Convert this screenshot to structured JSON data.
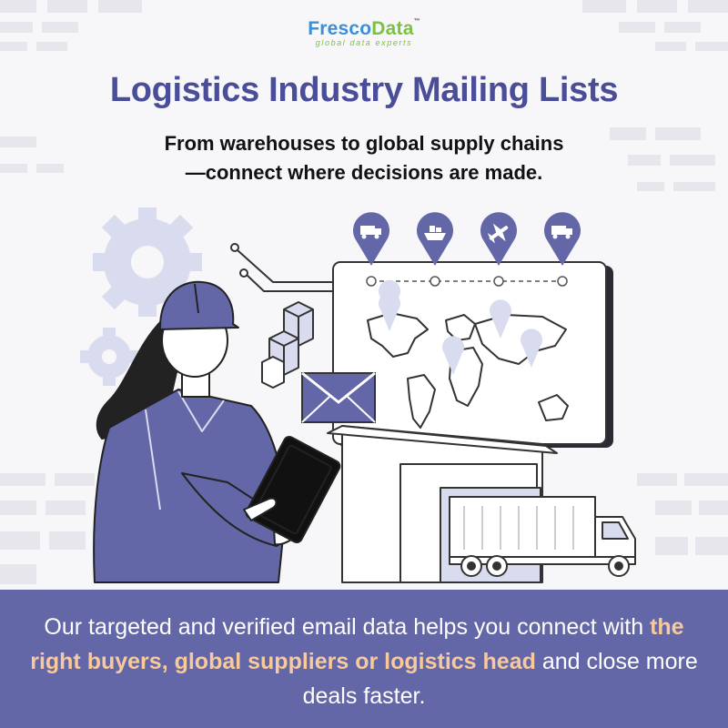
{
  "brand": {
    "name_part1": "Fresco",
    "name_part2": "Data",
    "trademark": "™",
    "tagline": "global data experts"
  },
  "headline": "Logistics Industry Mailing Lists",
  "subheadline": {
    "line1": "From warehouses to global supply chains",
    "line2": "—connect where decisions are made."
  },
  "illustration": {
    "pin_icons": [
      "truck-icon",
      "ship-icon",
      "airplane-icon",
      "truck-icon"
    ],
    "accent_color": "#6367a8",
    "highlight_color": "#f7c99b"
  },
  "footer": {
    "text1": "Our targeted and verified email data helps you connect with ",
    "highlight1": "the right buyers, global suppliers or logistics head",
    "text2": " and close more deals faster."
  }
}
